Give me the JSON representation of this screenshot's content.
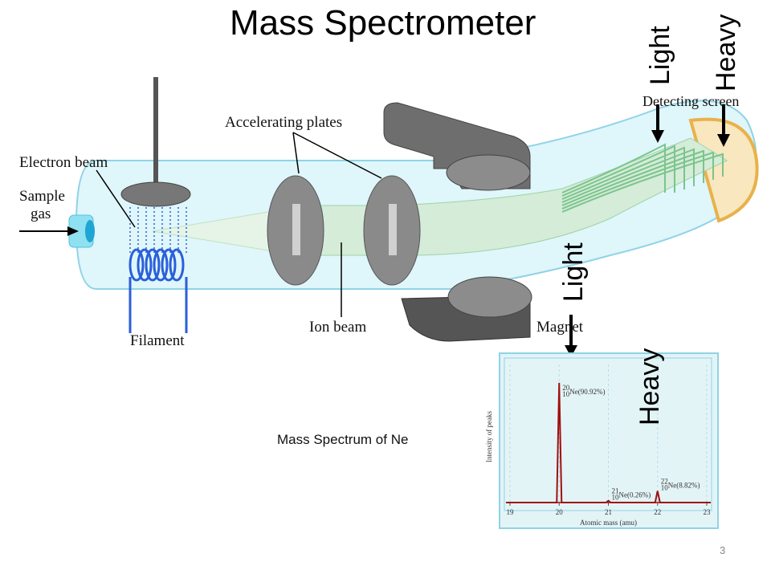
{
  "title": "Mass Spectrometer",
  "labels": {
    "electron_beam": "Electron beam",
    "sample_gas_1": "Sample",
    "sample_gas_2": "gas",
    "filament": "Filament",
    "accelerating_plates": "Accelerating plates",
    "ion_beam": "Ion beam",
    "magnet": "Magnet",
    "detecting_screen": "Detecting screen"
  },
  "annotations": {
    "top_light": "Light",
    "top_heavy": "Heavy",
    "spec_light": "Light",
    "spec_heavy": "Heavy"
  },
  "caption": "Mass Spectrum of Ne",
  "page_number": "3",
  "colors": {
    "tube": "#dff6fb",
    "beam": "#cfe9d6",
    "plates": "#8a8a8a",
    "magnet": "#6e6e6e",
    "filament": "#2b5fd9",
    "spectrum_line": "#a01010",
    "spectrum_bg": "#e3f4f7"
  },
  "chart_data": {
    "type": "line",
    "xlabel": "Atomic mass (amu)",
    "ylabel": "Intensity of peaks",
    "xlim": [
      19,
      23
    ],
    "x_ticks": [
      "19",
      "20",
      "21",
      "22",
      "23"
    ],
    "peaks": [
      {
        "label_mass": "20",
        "label_z": "10",
        "label_text": "Ne(90.92%)",
        "x": 20,
        "y": 90.92
      },
      {
        "label_mass": "21",
        "label_z": "10",
        "label_text": "Ne(0.26%)",
        "x": 21,
        "y": 0.26
      },
      {
        "label_mass": "22",
        "label_z": "10",
        "label_text": "Ne(8.82%)",
        "x": 22,
        "y": 8.82
      }
    ]
  }
}
